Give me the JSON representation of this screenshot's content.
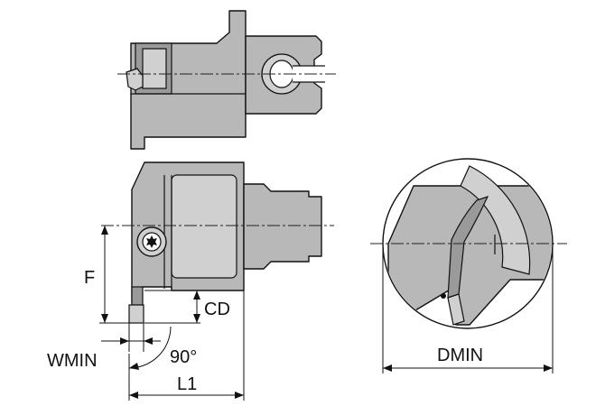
{
  "labels": {
    "f": "F",
    "cd": "CD",
    "wmin": "WMIN",
    "angle": "90°",
    "l1": "L1",
    "dmin": "DMIN"
  },
  "colors": {
    "body_fill": "#b8b8b8",
    "dark_fill": "#9a9a9a",
    "light_fill": "#d0d0d0",
    "line": "#111111",
    "background": "#ffffff"
  }
}
